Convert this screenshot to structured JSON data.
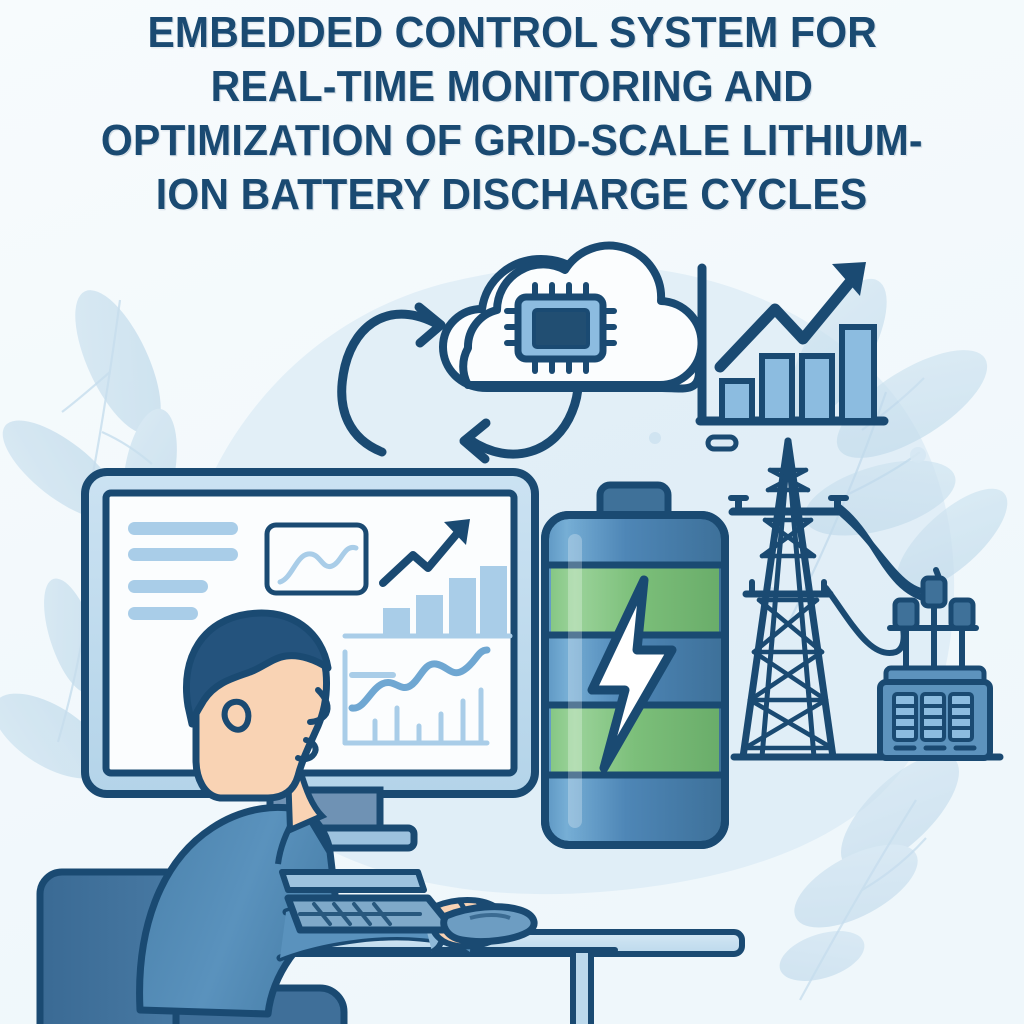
{
  "poster": {
    "background_color": "#f5fafc",
    "accent_dark": "#1a4a72",
    "accent_mid": "#4d86b8",
    "accent_light": "#a9cde8",
    "green": "#7cbf7a",
    "skin": "#f9d3b4",
    "shirt": "#4f86ae"
  },
  "title": {
    "full": "EMBEDDED CONTROL SYSTEM FOR REAL-TIME MONITORING AND OPTIMIZATION OF GRID-SCALE LITHIUM-ION BATTERY DISCHARGE CYCLES",
    "lines": [
      "EMBEDDED CONTROL SYSTEM FOR",
      "REAL-TIME MONITORING AND",
      "OPTIMIZATION OF GRID-SCALE LITHIUM-",
      "ION BATTERY DISCHARGE CYCLES"
    ],
    "color": "#1a4a72"
  },
  "illustration": {
    "scene_label": "engineer-at-workstation-monitoring-grid-battery",
    "elements": [
      {
        "name": "background-blob",
        "color": "#d9e9f3"
      },
      {
        "name": "decorative-leaves",
        "color": "#cde2ef"
      },
      {
        "name": "cloud-compute-icon",
        "color": "#1a4a72"
      },
      {
        "name": "cpu-chip-icon",
        "color": "#7eb4dc"
      },
      {
        "name": "sync-arrows-icon",
        "color": "#1a4a72"
      },
      {
        "name": "bar-chart-growth-icon",
        "color": "#7eb4dc"
      },
      {
        "name": "battery-icon",
        "color": "#4d86b8"
      },
      {
        "name": "lightning-bolt-icon",
        "color": "#ffffff"
      },
      {
        "name": "transmission-tower-icon",
        "color": "#1a4a72"
      },
      {
        "name": "substation-transformer-icon",
        "color": "#5b93c0"
      },
      {
        "name": "desktop-monitor",
        "color": "#bcd9ec"
      },
      {
        "name": "person-engineer",
        "color": "#4f86ae"
      },
      {
        "name": "office-chair",
        "color": "#3f6f99"
      },
      {
        "name": "desk",
        "color": "#c6dff0"
      },
      {
        "name": "keyboard",
        "color": "#7fa9c9"
      },
      {
        "name": "computer-mouse",
        "color": "#6d9dc2"
      }
    ]
  },
  "chart_data": [
    {
      "type": "bar",
      "name": "growth-bar-chart-top-right",
      "title": "",
      "categories": [
        "1",
        "2",
        "3",
        "4"
      ],
      "values": [
        30,
        55,
        58,
        90
      ],
      "ylim": [
        0,
        100
      ],
      "xlabel": "",
      "ylabel": "",
      "grid": false,
      "legend": "none",
      "annotations": [
        "rising trend arrow"
      ],
      "bar_color": "#7eb4dc",
      "axis_color": "#1a4a72"
    },
    {
      "type": "bar",
      "name": "screen-bar-chart-with-arrow",
      "title": "",
      "categories": [
        "1",
        "2",
        "3",
        "4"
      ],
      "values": [
        22,
        38,
        56,
        80
      ],
      "ylim": [
        0,
        100
      ],
      "xlabel": "",
      "ylabel": "",
      "grid": false,
      "legend": "none",
      "annotations": [
        "upward trend arrow"
      ],
      "bar_color": "#a9cde8",
      "axis_color": "#a9cde8"
    },
    {
      "type": "line",
      "name": "screen-sparkline-card",
      "title": "",
      "x": [
        0,
        1,
        2,
        3,
        4,
        5,
        6
      ],
      "values": [
        30,
        22,
        50,
        34,
        30,
        68,
        56
      ],
      "ylim": [
        0,
        100
      ],
      "xlabel": "",
      "ylabel": "",
      "grid": false,
      "legend": "none",
      "line_color": "#a9cde8"
    },
    {
      "type": "line",
      "name": "screen-combo-chart-bottom",
      "title": "",
      "x": [
        0,
        1,
        2,
        3,
        4,
        5,
        6,
        7
      ],
      "series": [
        {
          "name": "trend-line",
          "values": [
            18,
            26,
            46,
            44,
            60,
            58,
            74,
            78
          ]
        },
        {
          "name": "bars",
          "values": [
            26,
            40,
            20,
            34,
            48,
            56,
            0,
            0
          ]
        }
      ],
      "ylim": [
        0,
        100
      ],
      "xlabel": "",
      "ylabel": "",
      "grid": false,
      "legend": "none",
      "line_color": "#6fa7d2",
      "bar_color": "#a9cde8"
    }
  ],
  "screen": {
    "placeholder_lines": [
      {
        "name": "text-line-1",
        "width_pct": 100
      },
      {
        "name": "text-line-2",
        "width_pct": 100
      },
      {
        "name": "text-line-3",
        "width_pct": 70
      },
      {
        "name": "text-line-4",
        "width_pct": 62
      }
    ]
  }
}
